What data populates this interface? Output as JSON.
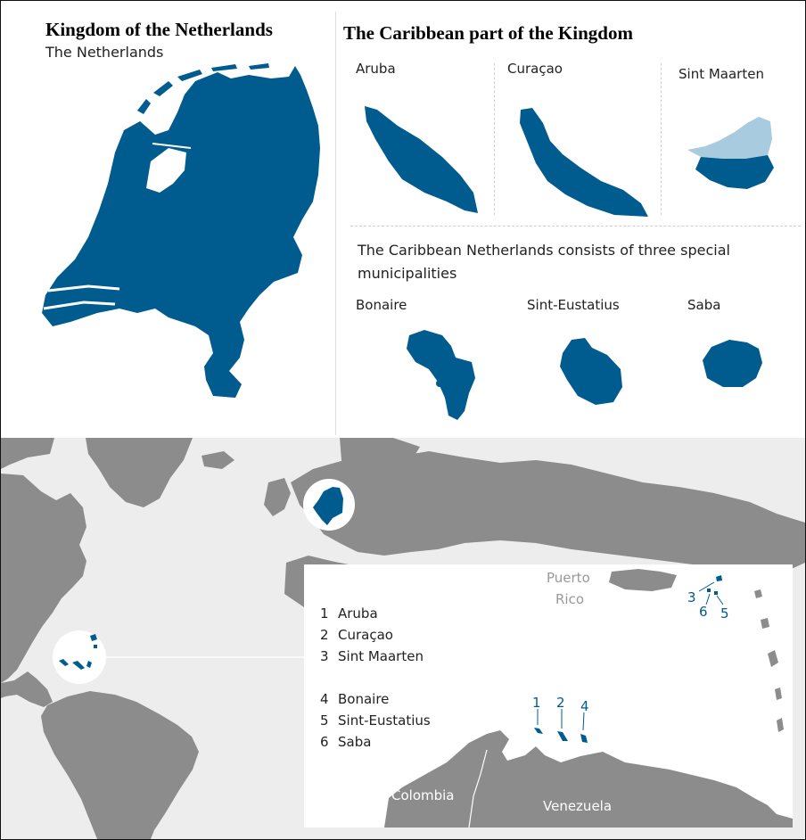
{
  "titles": {
    "kingdom": "Kingdom of the Netherlands",
    "netherlands": "The Netherlands",
    "caribbean": "The Caribbean part of the Kingdom",
    "special_line1": "The Caribbean Netherlands consists of three special",
    "special_line2": "municipalities"
  },
  "islands": {
    "aruba": "Aruba",
    "curacao": "Curaçao",
    "sint_maarten": "Sint Maarten",
    "bonaire": "Bonaire",
    "sint_eustatius": "Sint-Eustatius",
    "saba": "Saba"
  },
  "legend": [
    {
      "num": "1",
      "name": "Aruba"
    },
    {
      "num": "2",
      "name": "Curaçao"
    },
    {
      "num": "3",
      "name": "Sint Maarten"
    },
    {
      "num": "4",
      "name": "Bonaire"
    },
    {
      "num": "5",
      "name": "Sint-Eustatius"
    },
    {
      "num": "6",
      "name": "Saba"
    }
  ],
  "inset_labels": {
    "puerto_rico_1": "Puerto",
    "puerto_rico_2": "Rico",
    "colombia": "Colombia",
    "venezuela": "Venezuela",
    "n1": "1",
    "n2": "2",
    "n3": "3",
    "n4": "4",
    "n5": "5",
    "n6": "6"
  },
  "colors": {
    "territory": "#005b8f",
    "french_part": "#a9cbe0",
    "land": "#8c8c8c",
    "sea": "#ededed",
    "label_grey": "#999999"
  }
}
